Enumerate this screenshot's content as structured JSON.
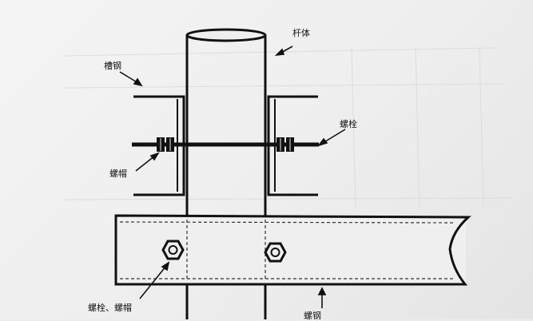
{
  "labels": {
    "pole": "杆体",
    "channel_steel": "槽钢",
    "bolt": "螺栓",
    "nut": "螺帽",
    "bolt_and_nut": "螺栓、螺帽",
    "steel_plate": "螺钢"
  },
  "colors": {
    "ink": "#111111",
    "paper": "#efefef",
    "faint_grid": "#d9d9d9"
  }
}
